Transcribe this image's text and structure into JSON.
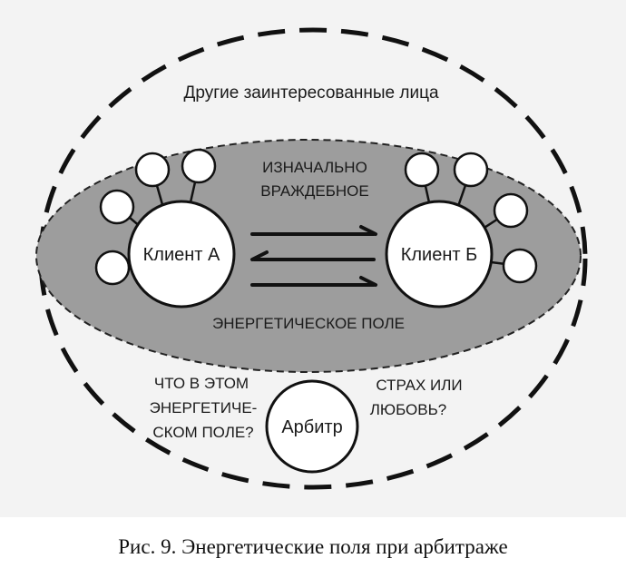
{
  "outer_label": "Другие заинтересованные лица",
  "top_label_line1": "ИЗНАЧАЛЬНО",
  "top_label_line2": "ВРАЖДЕБНОЕ",
  "client_a": "Клиент А",
  "client_b": "Клиент Б",
  "field_label": "ЭНЕРГЕТИЧЕСКОЕ ПОЛЕ",
  "question_line1": "ЧТО В ЭТОМ",
  "question_line2": "ЭНЕРГЕТИЧЕ-",
  "question_line3": "СКОМ ПОЛЕ?",
  "arbiter": "Арбитр",
  "fear_line1": "СТРАХ ИЛИ",
  "fear_line2": "ЛЮБОВЬ?",
  "caption": "Рис. 9. Энергетические поля при арбитраже"
}
